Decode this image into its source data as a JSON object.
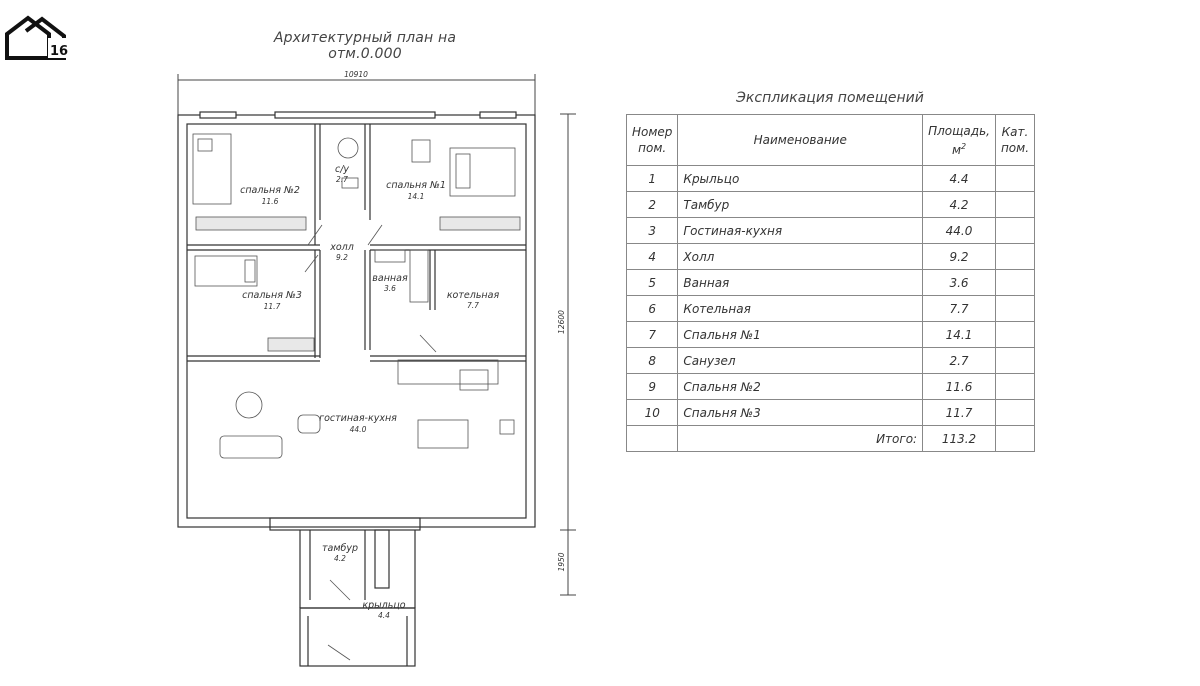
{
  "plan": {
    "title": "Архитектурный план на отм.0.000",
    "dim_width": "10910",
    "dim_height": "12600",
    "dim_porch": "1950",
    "rooms": [
      {
        "name": "спальня №2",
        "area": "11.6"
      },
      {
        "name": "с/у",
        "area": "2.7"
      },
      {
        "name": "спальня №1",
        "area": "14.1"
      },
      {
        "name": "холл",
        "area": "9.2"
      },
      {
        "name": "спальня №3",
        "area": "11.7"
      },
      {
        "name": "ванная",
        "area": "3.6"
      },
      {
        "name": "котельная",
        "area": "7.7"
      },
      {
        "name": "гостиная-кухня",
        "area": "44.0"
      },
      {
        "name": "тамбур",
        "area": "4.2"
      },
      {
        "name": "крыльцо",
        "area": "4.4"
      }
    ]
  },
  "explication": {
    "title": "Экспликация помещений",
    "headers": {
      "num": "Номер пом.",
      "name": "Наименование",
      "area": "Площадь, м",
      "area_sup": "2",
      "cat": "Кат. пом."
    },
    "rows": [
      {
        "num": "1",
        "name": "Крыльцо",
        "area": "4.4"
      },
      {
        "num": "2",
        "name": "Тамбур",
        "area": "4.2"
      },
      {
        "num": "3",
        "name": "Гостиная-кухня",
        "area": "44.0"
      },
      {
        "num": "4",
        "name": "Холл",
        "area": "9.2"
      },
      {
        "num": "5",
        "name": "Ванная",
        "area": "3.6"
      },
      {
        "num": "6",
        "name": "Котельная",
        "area": "7.7"
      },
      {
        "num": "7",
        "name": "Спальня №1",
        "area": "14.1"
      },
      {
        "num": "8",
        "name": "Санузел",
        "area": "2.7"
      },
      {
        "num": "9",
        "name": "Спальня №2",
        "area": "11.6"
      },
      {
        "num": "10",
        "name": "Спальня №3",
        "area": "11.7"
      }
    ],
    "total_label": "Итого:",
    "total_value": "113.2"
  },
  "logo": {
    "text": "16"
  }
}
